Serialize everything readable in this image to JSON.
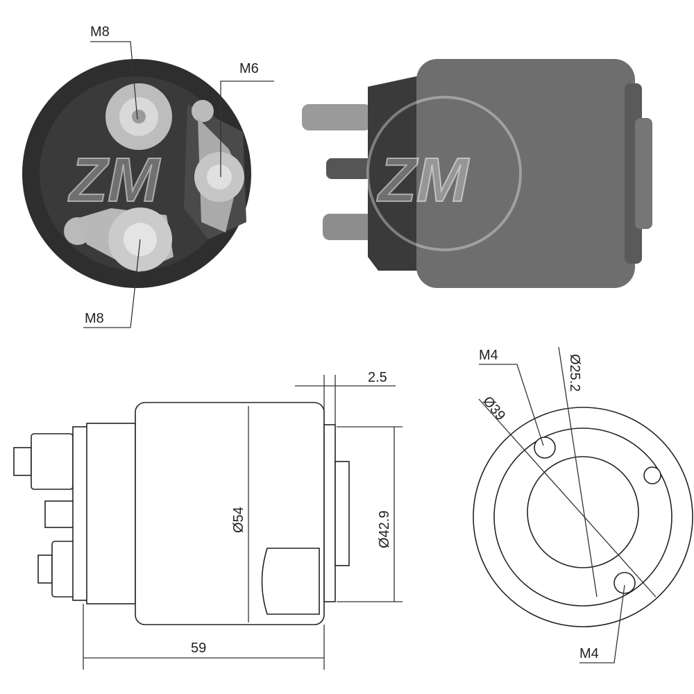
{
  "watermark": {
    "logo_text": "ZM"
  },
  "front_view": {
    "labels": {
      "top_terminal": "M8",
      "right_terminal": "M6",
      "bottom_terminal": "M8"
    }
  },
  "side_drawing": {
    "dimensions": {
      "flange_gap": "2.5",
      "body_diameter": "Ø54",
      "front_diameter": "Ø42.9",
      "length": "59"
    }
  },
  "end_drawing": {
    "dimensions": {
      "hole_top": "M4",
      "hole_bottom": "M4",
      "inner_diameter": "Ø25.2",
      "bolt_circle": "Ø39"
    }
  },
  "colors": {
    "body_dark": "#2e2e2e",
    "body_grey": "#6e6e6e",
    "metal_light": "#cfcfcf"
  }
}
